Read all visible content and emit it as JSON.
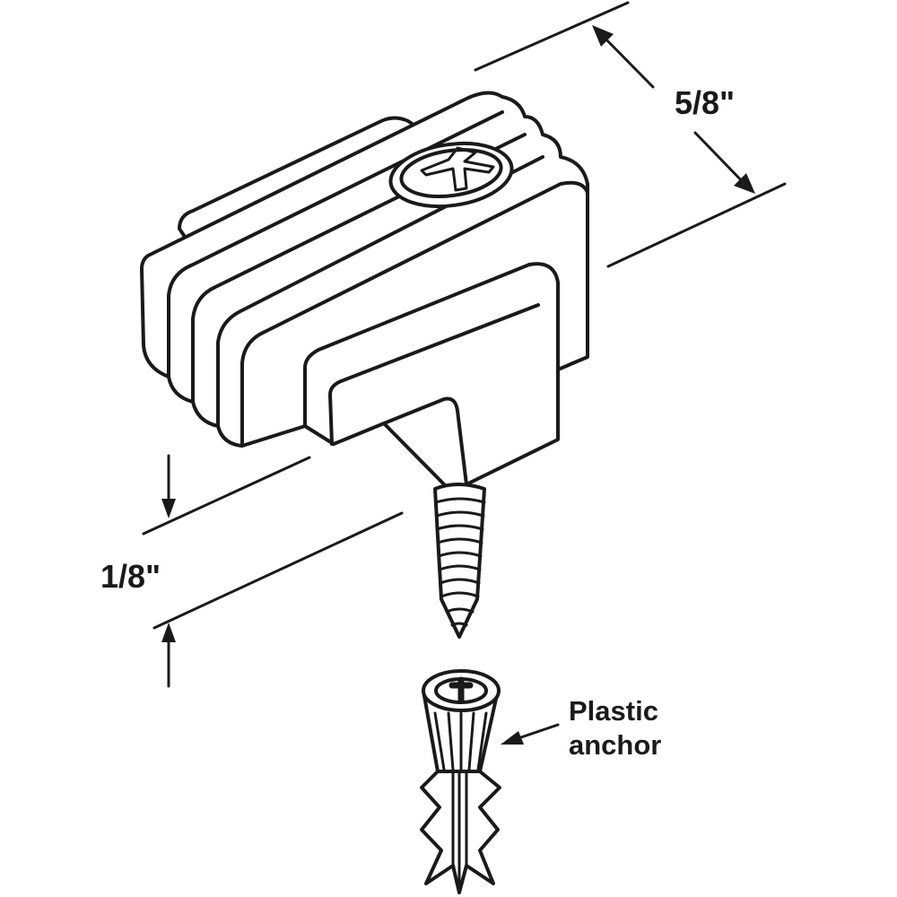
{
  "dimensions": {
    "width_label": "5/8\"",
    "height_label": "1/8\""
  },
  "callout": {
    "line1": "Plastic",
    "line2": "anchor"
  },
  "colors": {
    "ink": "#1a1a1a",
    "background": "#ffffff"
  }
}
